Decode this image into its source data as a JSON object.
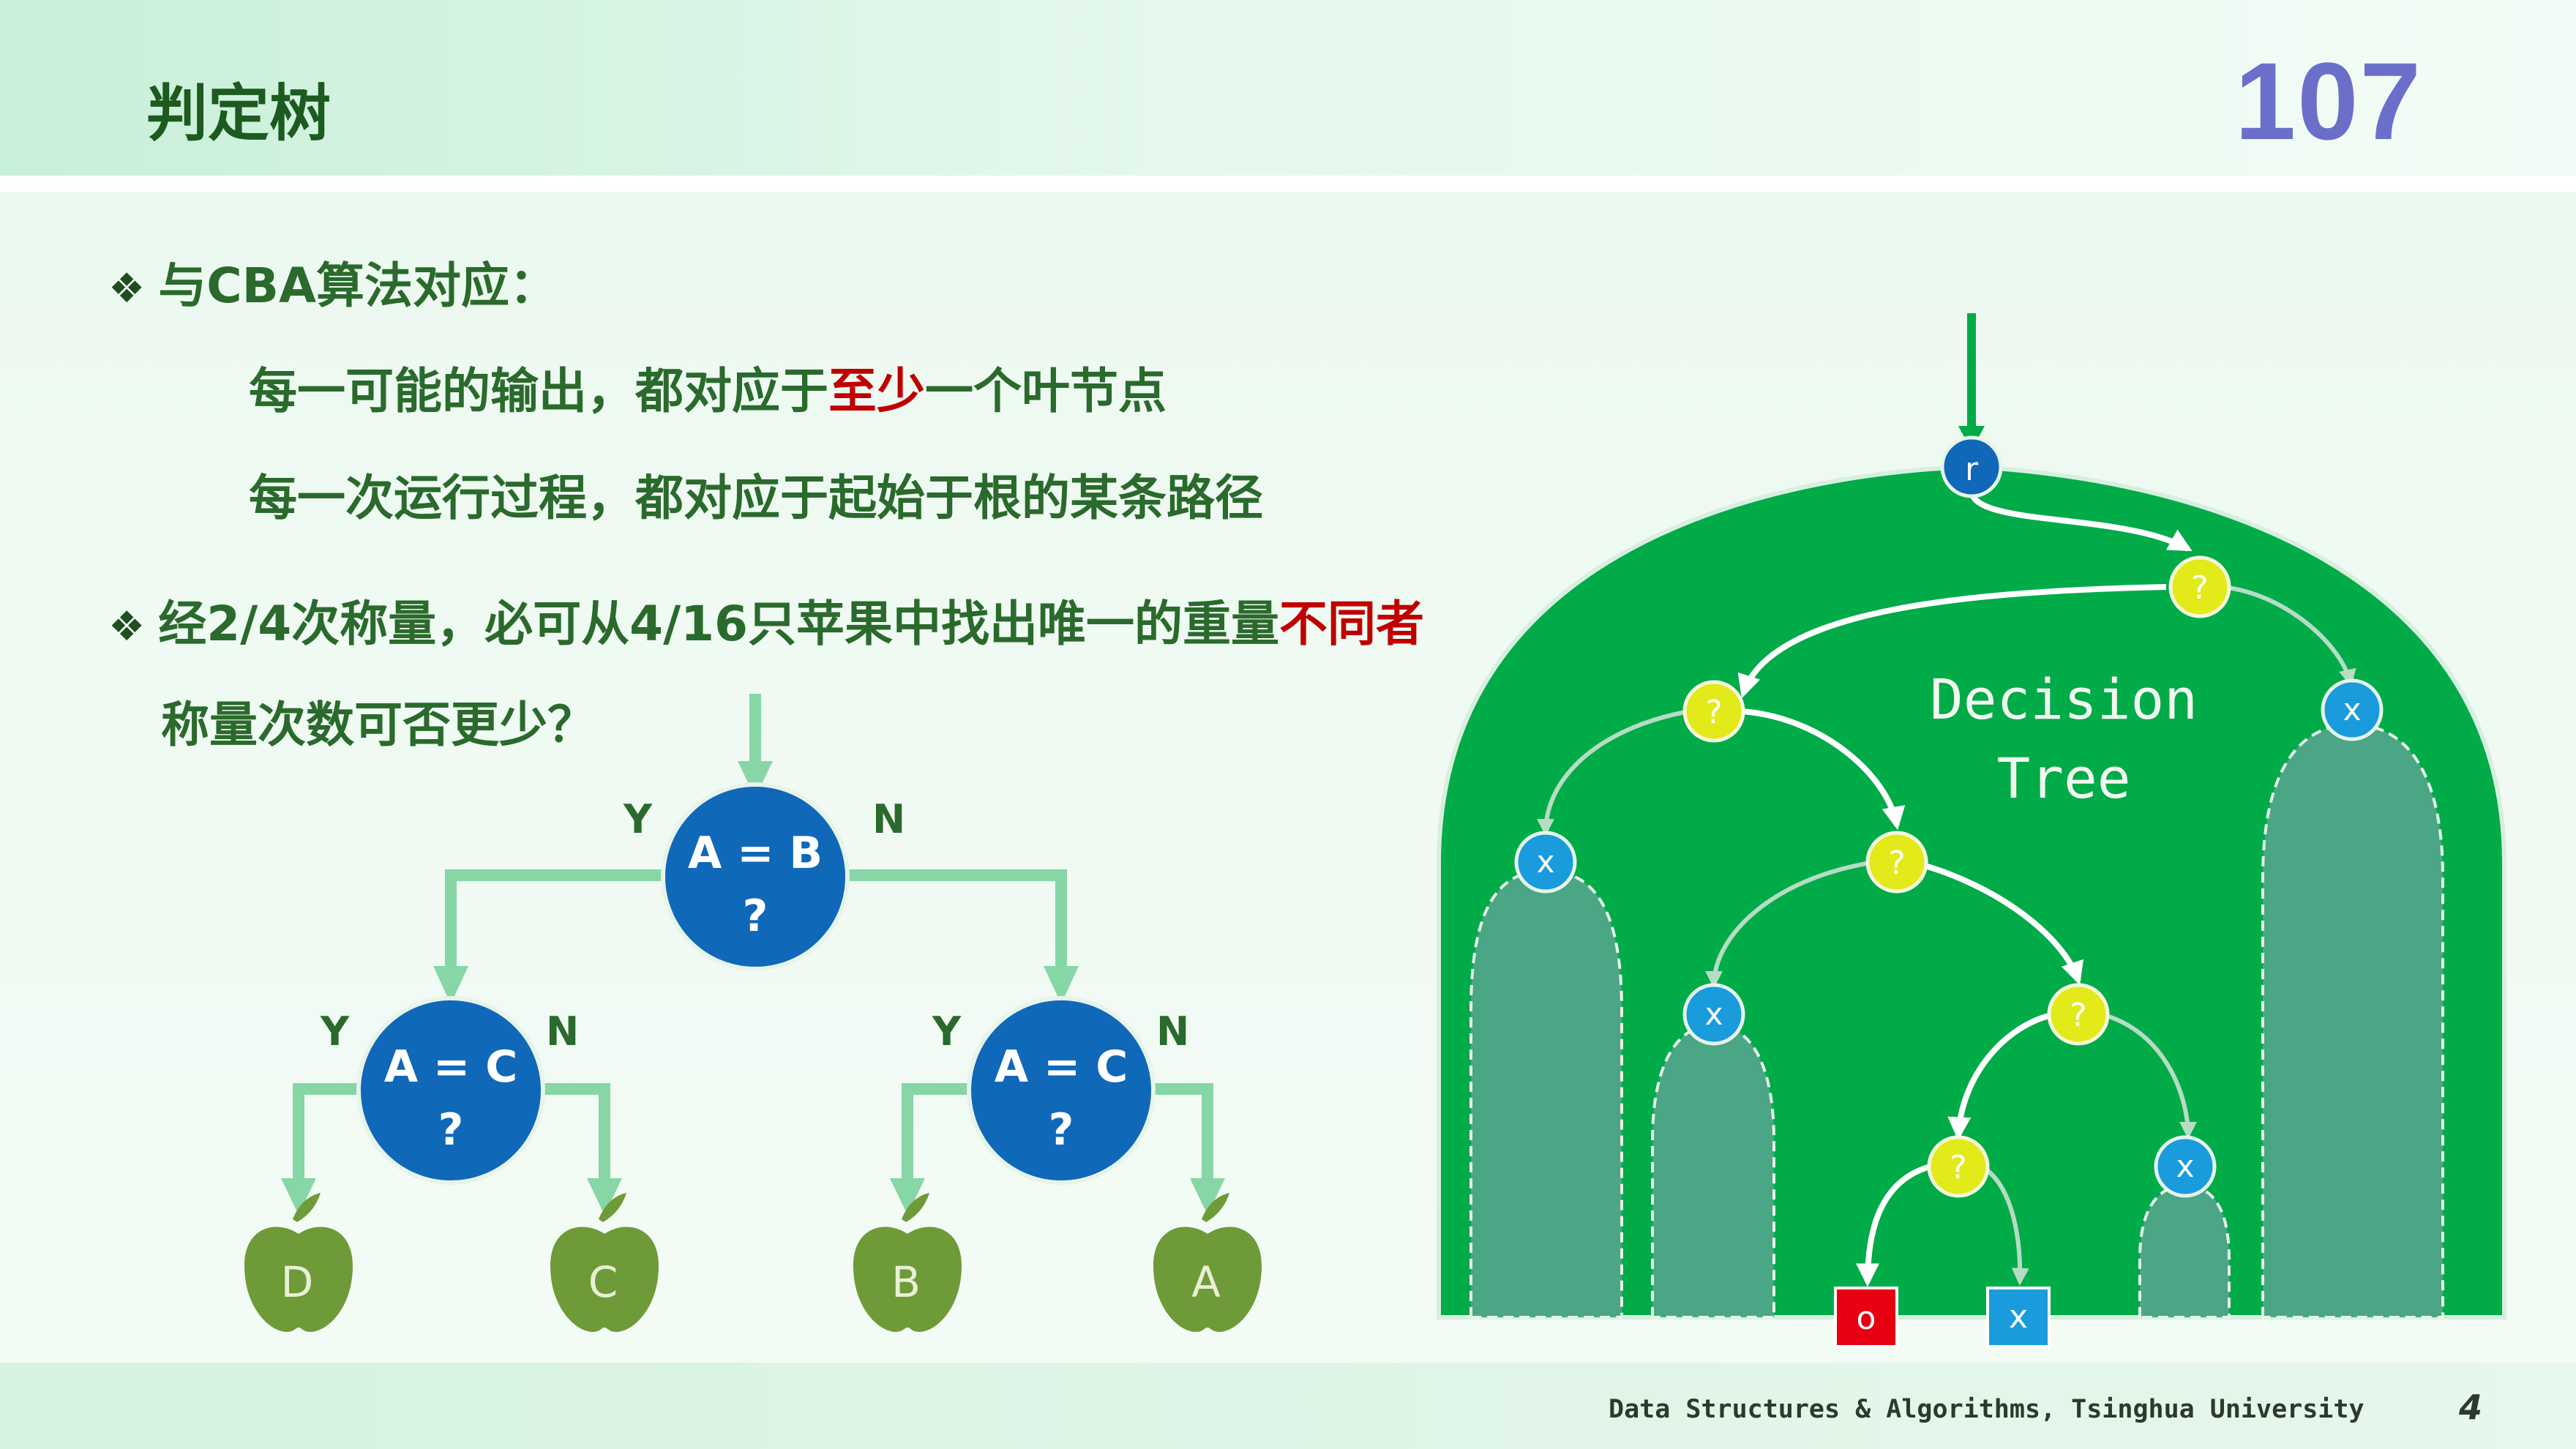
{
  "header": {
    "title": "判定树",
    "page_number": "107"
  },
  "bullets": [
    {
      "symbol": "❖",
      "text": "与CBA算法对应："
    },
    {
      "text_pre": "每一可能的输出，都对应于",
      "text_red": "至少",
      "text_post": "一个叶节点"
    },
    {
      "text": "每一次运行过程，都对应于起始于根的某条路径"
    },
    {
      "symbol": "❖",
      "text_pre": "经2/4次称量，必可从4/16只苹果中找出唯一的重量",
      "text_red": "不同者"
    },
    {
      "text": "称量次数可否更少？"
    }
  ],
  "weighing_tree": {
    "root": {
      "line1": "A = B",
      "line2": "?",
      "yes": "Y",
      "no": "N"
    },
    "left": {
      "line1": "A = C",
      "line2": "?",
      "yes": "Y",
      "no": "N"
    },
    "right": {
      "line1": "A = C",
      "line2": "?",
      "yes": "Y",
      "no": "N"
    },
    "leaves": [
      "D",
      "C",
      "B",
      "A"
    ]
  },
  "decision_tree": {
    "label_line1": "Decision",
    "label_line2": "Tree",
    "root": "r",
    "query": "?",
    "fail": "x",
    "success": "o"
  },
  "footer": {
    "text": "Data Structures & Algorithms, Tsinghua University",
    "page": "4"
  },
  "colors": {
    "title": "#1d5a1f",
    "page_number": "#6c6fc9",
    "text": "#2a6a2c",
    "highlight": "#c00000",
    "node_blue": "#1068b8",
    "dome_green": "#00ab48",
    "subtree": "#4aa684",
    "query_yellow": "#e2ea1a",
    "fail_blue": "#1a9bdc",
    "success_red": "#e60012",
    "apple": "#6f9a38",
    "arrow_light": "#86d6a6"
  }
}
